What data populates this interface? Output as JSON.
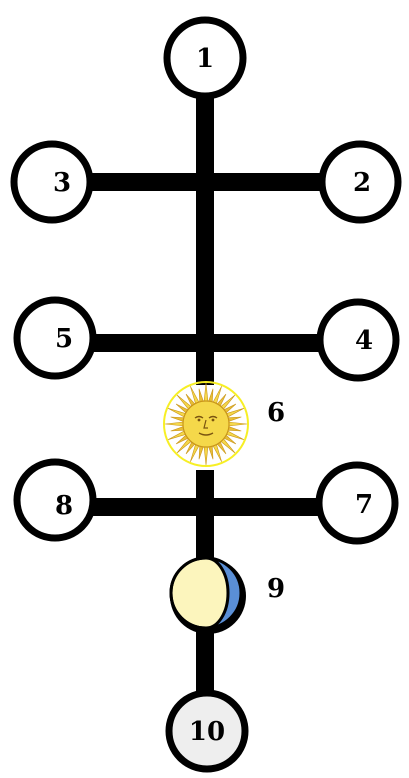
{
  "diagram": {
    "nodes": [
      {
        "id": "1",
        "label": "1"
      },
      {
        "id": "2",
        "label": "2"
      },
      {
        "id": "3",
        "label": "3"
      },
      {
        "id": "4",
        "label": "4"
      },
      {
        "id": "5",
        "label": "5"
      },
      {
        "id": "6",
        "label": "6"
      },
      {
        "id": "7",
        "label": "7"
      },
      {
        "id": "8",
        "label": "8"
      },
      {
        "id": "9",
        "label": "9"
      },
      {
        "id": "10",
        "label": "10"
      }
    ],
    "connections": [
      [
        "1",
        "6"
      ],
      [
        "3",
        "2"
      ],
      [
        "5",
        "4"
      ],
      [
        "6",
        "9"
      ],
      [
        "8",
        "7"
      ],
      [
        "9",
        "10"
      ]
    ],
    "colors": {
      "line": "#000000",
      "circle_fill": "#ffffff",
      "circle_fill_bottom": "#eeeeee",
      "sun": "#f5d84a",
      "sun_rays": "#e0b12b",
      "sun_outline": "#f7ef24",
      "moon_light": "#fcf5bd",
      "moon_dark": "#5a8fd6"
    },
    "icons": {
      "node6": "sun-icon",
      "node9": "moon-icon"
    }
  }
}
